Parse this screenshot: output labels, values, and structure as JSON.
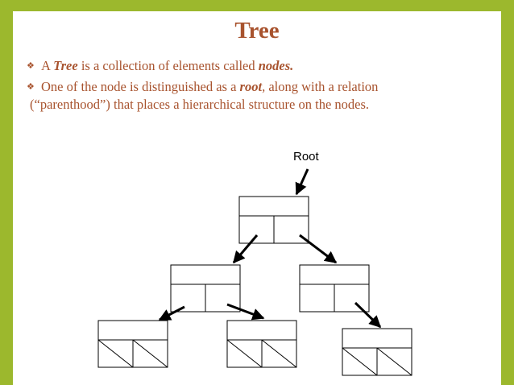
{
  "slide": {
    "title": "Tree",
    "bullets": [
      {
        "mark": "❖",
        "pre": "A ",
        "em": "Tree",
        "mid": " is a collection of elements called ",
        "em2": "nodes."
      },
      {
        "mark": "❖",
        "pre": "One of the node is distinguished as a ",
        "em": "root",
        "mid": ", along with a relation",
        "cont": "(“parenthood”) that places a hierarchical structure on the nodes."
      }
    ]
  },
  "diagram": {
    "root_label": "Root",
    "nodes": [
      "root-node",
      "left-child-node",
      "right-child-node",
      "left-leaf-1",
      "left-leaf-2",
      "right-leaf"
    ]
  },
  "colors": {
    "background": "#9cb82d",
    "text_accent": "#a8532e"
  }
}
